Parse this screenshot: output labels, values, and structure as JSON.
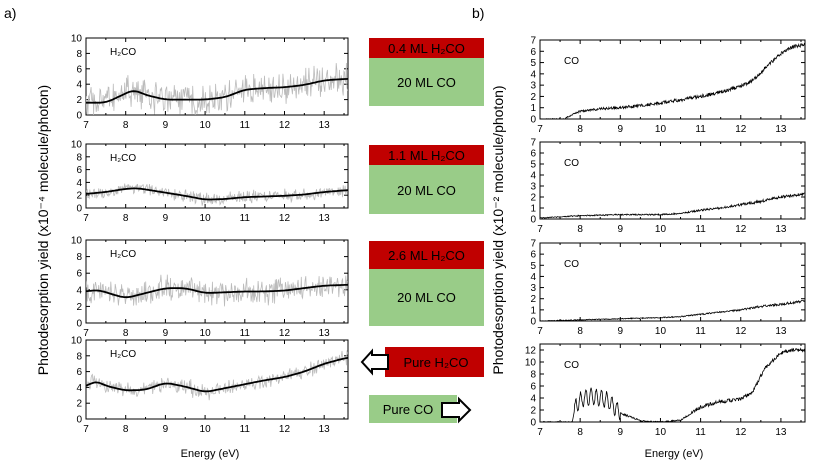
{
  "panel_labels": {
    "a": "a)",
    "b": "b)"
  },
  "axis_text": {
    "ylabel_a": "Photodesorption yield (x10⁻⁴ molecule/photon",
    "ylabel_b": "Photodesorption yield (x10⁻² molecule/photon",
    "xlabel": "Energy (eV)"
  },
  "layer_boxes": [
    {
      "top": "0.4 ML H₂CO",
      "bottom": "20 ML CO"
    },
    {
      "top": "1.1 ML H₂CO",
      "bottom": "20 ML CO"
    },
    {
      "top": "2.6 ML H₂CO",
      "bottom": "20 ML CO"
    },
    {
      "top": "Pure H₂CO",
      "bottom": "Pure CO"
    }
  ],
  "colors": {
    "h2co_box": "#c00000",
    "co_box": "#99cc88",
    "noisy": "#bbbbbb",
    "line": "#000000"
  },
  "chart_data": [
    {
      "type": "line",
      "panel": "a",
      "legend": "H₂CO",
      "x": [
        7.0,
        7.5,
        8.0,
        8.2,
        8.5,
        9.0,
        9.5,
        10.0,
        10.5,
        11.0,
        11.5,
        12.0,
        12.5,
        13.0,
        13.6
      ],
      "y": [
        1.6,
        1.6,
        2.8,
        3.3,
        2.6,
        2.0,
        2.0,
        2.0,
        2.3,
        3.3,
        3.5,
        3.6,
        3.9,
        4.5,
        4.7
      ],
      "series": [
        {
          "values": [
            1.6,
            1.6,
            2.8,
            3.3,
            2.6,
            2.0,
            2.0,
            2.0,
            2.3,
            3.3,
            3.5,
            3.6,
            3.9,
            4.5,
            4.7
          ]
        }
      ],
      "noise_amplitude": 2.5,
      "xlim": [
        7.0,
        13.6
      ],
      "ylim": [
        0,
        10
      ],
      "xticks": [
        7,
        8,
        9,
        10,
        11,
        12,
        13
      ],
      "yticks": [
        0,
        2,
        4,
        6,
        8,
        10
      ]
    },
    {
      "type": "line",
      "panel": "a",
      "legend": "H₂CO",
      "x": [
        7.0,
        7.5,
        8.0,
        8.3,
        8.7,
        9.0,
        9.5,
        10.0,
        10.5,
        11.0,
        11.5,
        12.0,
        12.5,
        13.0,
        13.6
      ],
      "y": [
        2.2,
        2.5,
        3.0,
        3.1,
        2.7,
        2.4,
        1.9,
        1.3,
        1.4,
        1.7,
        1.8,
        1.9,
        2.1,
        2.5,
        2.8
      ],
      "series": [
        {
          "values": [
            2.2,
            2.5,
            3.0,
            3.1,
            2.7,
            2.4,
            1.9,
            1.3,
            1.4,
            1.7,
            1.8,
            1.9,
            2.1,
            2.5,
            2.8
          ]
        }
      ],
      "noise_amplitude": 1.2,
      "xlim": [
        7.0,
        13.6
      ],
      "ylim": [
        0,
        10
      ],
      "xticks": [
        7,
        8,
        9,
        10,
        11,
        12,
        13
      ],
      "yticks": [
        0,
        2,
        4,
        6,
        8,
        10
      ]
    },
    {
      "type": "line",
      "panel": "a",
      "legend": "H₂CO",
      "x": [
        7.0,
        7.3,
        7.7,
        8.0,
        8.5,
        9.0,
        9.5,
        10.0,
        10.5,
        11.0,
        11.5,
        12.0,
        12.5,
        13.0,
        13.6
      ],
      "y": [
        3.8,
        4.0,
        3.4,
        3.0,
        3.6,
        4.2,
        4.2,
        3.6,
        3.7,
        3.8,
        3.8,
        3.9,
        4.2,
        4.5,
        4.6
      ],
      "series": [
        {
          "values": [
            3.8,
            4.0,
            3.4,
            3.0,
            3.6,
            4.2,
            4.2,
            3.6,
            3.7,
            3.8,
            3.8,
            3.9,
            4.2,
            4.5,
            4.6
          ]
        }
      ],
      "noise_amplitude": 1.8,
      "xlim": [
        7.0,
        13.6
      ],
      "ylim": [
        0,
        10
      ],
      "xticks": [
        7,
        8,
        9,
        10,
        11,
        12,
        13
      ],
      "yticks": [
        0,
        2,
        4,
        6,
        8,
        10
      ]
    },
    {
      "type": "line",
      "panel": "a",
      "legend": "H₂CO",
      "x": [
        7.0,
        7.2,
        7.5,
        8.0,
        8.5,
        9.0,
        9.5,
        10.0,
        10.5,
        11.0,
        11.5,
        12.0,
        12.5,
        13.0,
        13.6
      ],
      "y": [
        4.0,
        4.9,
        4.2,
        3.6,
        3.7,
        4.6,
        4.1,
        3.4,
        3.9,
        4.4,
        4.9,
        5.3,
        6.0,
        7.0,
        7.8
      ],
      "series": [
        {
          "values": [
            4.0,
            4.9,
            4.2,
            3.6,
            3.7,
            4.6,
            4.1,
            3.4,
            3.9,
            4.4,
            4.9,
            5.3,
            6.0,
            7.0,
            7.8
          ]
        }
      ],
      "noise_amplitude": 1.2,
      "xlim": [
        7.0,
        13.6
      ],
      "ylim": [
        0,
        10
      ],
      "xticks": [
        7,
        8,
        9,
        10,
        11,
        12,
        13
      ],
      "yticks": [
        0,
        2,
        4,
        6,
        8,
        10
      ]
    },
    {
      "type": "line",
      "panel": "b",
      "legend": "CO",
      "x": [
        7.0,
        7.6,
        7.8,
        8.0,
        8.5,
        9.0,
        9.5,
        10.0,
        10.5,
        11.0,
        11.5,
        12.0,
        12.3,
        12.6,
        13.0,
        13.3,
        13.6
      ],
      "y": [
        0.0,
        0.0,
        0.4,
        0.7,
        0.9,
        1.0,
        1.2,
        1.4,
        1.7,
        2.0,
        2.4,
        2.9,
        3.4,
        4.5,
        5.8,
        6.4,
        6.6
      ],
      "series": [
        {
          "values": [
            0.0,
            0.0,
            0.4,
            0.7,
            0.9,
            1.0,
            1.2,
            1.4,
            1.7,
            2.0,
            2.4,
            2.9,
            3.4,
            4.5,
            5.8,
            6.4,
            6.6
          ]
        }
      ],
      "noise_amplitude": 0.15,
      "xlim": [
        7.0,
        13.6
      ],
      "ylim": [
        0,
        7
      ],
      "xticks": [
        7,
        8,
        9,
        10,
        11,
        12,
        13
      ],
      "yticks": [
        0,
        1,
        2,
        3,
        4,
        5,
        6,
        7
      ]
    },
    {
      "type": "line",
      "panel": "b",
      "legend": "CO",
      "x": [
        7.0,
        8.0,
        9.0,
        10.0,
        10.5,
        11.0,
        11.5,
        12.0,
        12.5,
        13.0,
        13.6
      ],
      "y": [
        0.1,
        0.3,
        0.4,
        0.4,
        0.5,
        0.8,
        1.0,
        1.3,
        1.6,
        2.0,
        2.3
      ],
      "series": [
        {
          "values": [
            0.1,
            0.3,
            0.4,
            0.4,
            0.5,
            0.8,
            1.0,
            1.3,
            1.6,
            2.0,
            2.3
          ]
        }
      ],
      "noise_amplitude": 0.12,
      "xlim": [
        7.0,
        13.6
      ],
      "ylim": [
        0,
        7
      ],
      "xticks": [
        7,
        8,
        9,
        10,
        11,
        12,
        13
      ],
      "yticks": [
        0,
        1,
        2,
        3,
        4,
        5,
        6,
        7
      ]
    },
    {
      "type": "line",
      "panel": "b",
      "legend": "CO",
      "x": [
        7.0,
        8.0,
        9.0,
        10.0,
        10.5,
        11.0,
        11.5,
        12.0,
        12.5,
        13.0,
        13.6
      ],
      "y": [
        0.0,
        0.1,
        0.2,
        0.3,
        0.4,
        0.6,
        0.8,
        1.0,
        1.3,
        1.5,
        1.8
      ],
      "series": [
        {
          "values": [
            0.0,
            0.1,
            0.2,
            0.3,
            0.4,
            0.6,
            0.8,
            1.0,
            1.3,
            1.5,
            1.8
          ]
        }
      ],
      "noise_amplitude": 0.1,
      "xlim": [
        7.0,
        13.6
      ],
      "ylim": [
        0,
        7
      ],
      "xticks": [
        7,
        8,
        9,
        10,
        11,
        12,
        13
      ],
      "yticks": [
        0,
        1,
        2,
        3,
        4,
        5,
        6,
        7
      ]
    },
    {
      "type": "line",
      "panel": "b",
      "legend": "CO",
      "x": [
        7.0,
        7.8,
        7.9,
        8.1,
        8.3,
        8.5,
        8.7,
        9.0,
        9.5,
        10.0,
        10.5,
        11.0,
        11.5,
        12.0,
        12.3,
        12.6,
        13.0,
        13.3,
        13.6
      ],
      "y": [
        0.0,
        0.0,
        3.0,
        4.0,
        4.2,
        4.0,
        3.5,
        1.5,
        0.2,
        0.0,
        0.3,
        2.5,
        3.4,
        3.8,
        5.0,
        9.0,
        11.5,
        12.0,
        12.0
      ],
      "series": [
        {
          "values": [
            0.0,
            0.0,
            3.0,
            4.0,
            4.2,
            4.0,
            3.5,
            1.5,
            0.2,
            0.0,
            0.3,
            2.5,
            3.4,
            3.8,
            5.0,
            9.0,
            11.5,
            12.0,
            12.0
          ]
        }
      ],
      "noise_amplitude": 0.3,
      "oscillation": {
        "from": 7.85,
        "to": 9.0,
        "period": 0.13,
        "amplitude": 1.3
      },
      "xlim": [
        7.0,
        13.6
      ],
      "ylim": [
        0,
        13
      ],
      "xticks": [
        7,
        8,
        9,
        10,
        11,
        12,
        13
      ],
      "yticks": [
        0,
        2,
        4,
        6,
        8,
        10,
        12
      ]
    }
  ]
}
